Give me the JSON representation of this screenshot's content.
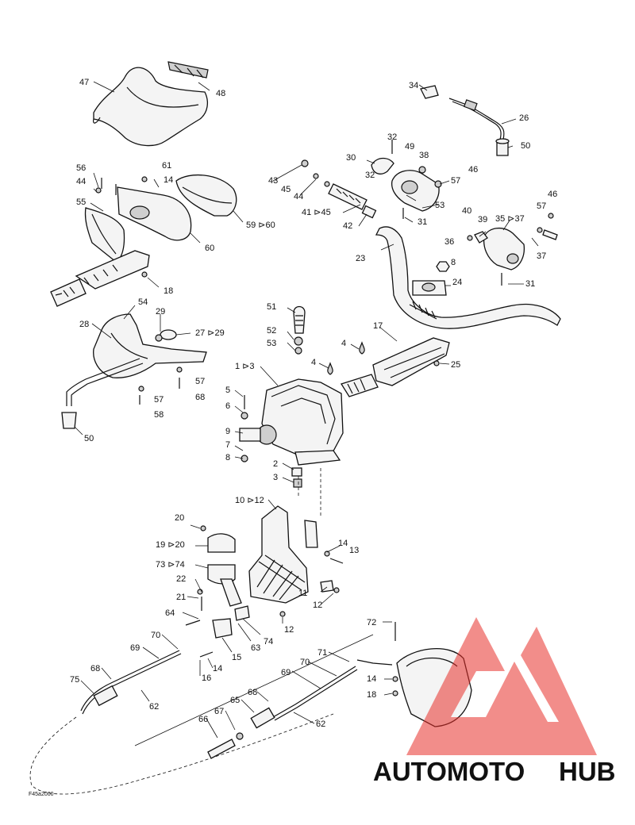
{
  "diagram": {
    "drawing_code": "F45a2000",
    "callouts": [
      {
        "id": "c47",
        "text": "47"
      },
      {
        "id": "c48",
        "text": "48"
      },
      {
        "id": "c34",
        "text": "34"
      },
      {
        "id": "c26",
        "text": "26"
      },
      {
        "id": "c50a",
        "text": "50"
      },
      {
        "id": "c32a",
        "text": "32"
      },
      {
        "id": "c49",
        "text": "49"
      },
      {
        "id": "c30",
        "text": "30"
      },
      {
        "id": "c38",
        "text": "38"
      },
      {
        "id": "c46a",
        "text": "46"
      },
      {
        "id": "c43",
        "text": "43"
      },
      {
        "id": "c32b",
        "text": "32"
      },
      {
        "id": "c45",
        "text": "45"
      },
      {
        "id": "c44a",
        "text": "44"
      },
      {
        "id": "c57a",
        "text": "57"
      },
      {
        "id": "c53",
        "text": "53"
      },
      {
        "id": "c41",
        "text": "41 ⊳45"
      },
      {
        "id": "c31a",
        "text": "31"
      },
      {
        "id": "c42",
        "text": "42"
      },
      {
        "id": "c40",
        "text": "40"
      },
      {
        "id": "c46b",
        "text": "46"
      },
      {
        "id": "c39",
        "text": "39"
      },
      {
        "id": "c35",
        "text": "35 ⊳37"
      },
      {
        "id": "c57b",
        "text": "57"
      },
      {
        "id": "c36",
        "text": "36"
      },
      {
        "id": "c37",
        "text": "37"
      },
      {
        "id": "c8a",
        "text": "8"
      },
      {
        "id": "c23",
        "text": "23"
      },
      {
        "id": "c24",
        "text": "24"
      },
      {
        "id": "c31b",
        "text": "31"
      },
      {
        "id": "c56",
        "text": "56"
      },
      {
        "id": "c61",
        "text": "61"
      },
      {
        "id": "c44b",
        "text": "44"
      },
      {
        "id": "c14a",
        "text": "14"
      },
      {
        "id": "c55",
        "text": "55"
      },
      {
        "id": "c59",
        "text": "59 ⊳60"
      },
      {
        "id": "c60",
        "text": "60"
      },
      {
        "id": "c18a",
        "text": "18"
      },
      {
        "id": "c54",
        "text": "54"
      },
      {
        "id": "c29",
        "text": "29"
      },
      {
        "id": "c28",
        "text": "28"
      },
      {
        "id": "c27",
        "text": "27 ⊳29"
      },
      {
        "id": "c57c",
        "text": "57"
      },
      {
        "id": "c57d",
        "text": "57"
      },
      {
        "id": "c68a",
        "text": "68"
      },
      {
        "id": "c58",
        "text": "58"
      },
      {
        "id": "c50b",
        "text": "50"
      },
      {
        "id": "c51",
        "text": "51"
      },
      {
        "id": "c52",
        "text": "52"
      },
      {
        "id": "c53b",
        "text": "53"
      },
      {
        "id": "c17",
        "text": "17"
      },
      {
        "id": "c4a",
        "text": "4"
      },
      {
        "id": "c4b",
        "text": "4"
      },
      {
        "id": "c1",
        "text": "1 ⊳3"
      },
      {
        "id": "c25",
        "text": "25"
      },
      {
        "id": "c5",
        "text": "5"
      },
      {
        "id": "c6",
        "text": "6"
      },
      {
        "id": "c9",
        "text": "9"
      },
      {
        "id": "c7",
        "text": "7"
      },
      {
        "id": "c8b",
        "text": "8"
      },
      {
        "id": "c2",
        "text": "2"
      },
      {
        "id": "c3",
        "text": "3"
      },
      {
        "id": "c10",
        "text": "10 ⊳12"
      },
      {
        "id": "c20",
        "text": "20"
      },
      {
        "id": "c19",
        "text": "19 ⊳20"
      },
      {
        "id": "c73",
        "text": "73 ⊳74"
      },
      {
        "id": "c14b",
        "text": "14"
      },
      {
        "id": "c13",
        "text": "13"
      },
      {
        "id": "c22",
        "text": "22"
      },
      {
        "id": "c21",
        "text": "21"
      },
      {
        "id": "c11",
        "text": "11"
      },
      {
        "id": "c12a",
        "text": "12"
      },
      {
        "id": "c64",
        "text": "64"
      },
      {
        "id": "c12b",
        "text": "12"
      },
      {
        "id": "c74",
        "text": "74"
      },
      {
        "id": "c63",
        "text": "63"
      },
      {
        "id": "c15",
        "text": "15"
      },
      {
        "id": "c70a",
        "text": "70"
      },
      {
        "id": "c69a",
        "text": "69"
      },
      {
        "id": "c14c",
        "text": "14"
      },
      {
        "id": "c16",
        "text": "16"
      },
      {
        "id": "c68b",
        "text": "68"
      },
      {
        "id": "c75",
        "text": "75"
      },
      {
        "id": "c62a",
        "text": "62"
      },
      {
        "id": "c72",
        "text": "72"
      },
      {
        "id": "c71",
        "text": "71"
      },
      {
        "id": "c70b",
        "text": "70"
      },
      {
        "id": "c69b",
        "text": "69"
      },
      {
        "id": "c14d",
        "text": "14"
      },
      {
        "id": "c18b",
        "text": "18"
      },
      {
        "id": "c68c",
        "text": "68"
      },
      {
        "id": "c65",
        "text": "65"
      },
      {
        "id": "c67",
        "text": "67"
      },
      {
        "id": "c66",
        "text": "66"
      },
      {
        "id": "c62b",
        "text": "62"
      }
    ]
  },
  "watermark": {
    "word_part1": "AUTOMOTO",
    "word_part2": "HUB",
    "color_part1": "#f5c04a",
    "color_part2": "#7b7b7b",
    "triangle_color": "#e8302a"
  }
}
